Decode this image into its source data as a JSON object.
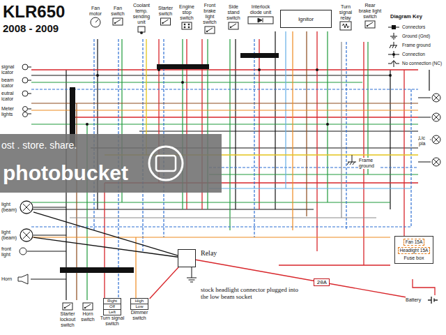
{
  "diagram": {
    "title": "KLR650",
    "nodes": [
      {
        "text": [
          "Fan motor"
        ]
      },
      {
        "text": [
          "Fan switch"
        ]
      },
      {
        "text": [
          "Coolant temp. sending unit"
        ]
      },
      {
        "text": [
          "Starter switch"
        ]
      },
      {
        "text": [
          "Engine stop switch"
        ]
      },
      {
        "text": [
          "Front brake light switch"
        ]
      },
      {
        "text": [
          "Side stand switch"
        ]
      },
      {
        "text": [
          "Interlock diode unit"
        ]
      },
      {
        "text": [
          "Ignitor"
        ]
      },
      {
        "text": [
          "Turn signal relay"
        ]
      },
      {
        "text": [
          "Rear brake light switch"
        ]
      },
      {
        "text": [
          "light (beam)"
        ]
      },
      {
        "text": [
          "light (beam)"
        ]
      },
      {
        "text": [
          "Horn"
        ]
      },
      {
        "text": [
          "Relay"
        ]
      },
      {
        "text": [
          "Fan 15A",
          "Headlight 15A",
          "Fuse box"
        ]
      },
      {
        "text": [
          "Battery"
        ]
      },
      {
        "text": [
          "Starter lockout switch"
        ]
      },
      {
        "text": [
          "Horn switch"
        ]
      },
      {
        "text": [
          "Right",
          "Off",
          "Left",
          "Turn signal switch"
        ]
      },
      {
        "text": [
          "High",
          "Low",
          "Dimmer switch"
        ]
      }
    ],
    "edges": [
      {
        "from": 14,
        "to": 11,
        "arrow": "none"
      },
      {
        "from": 14,
        "to": 12,
        "arrow": "none"
      },
      {
        "from": 14,
        "to": 16,
        "arrow": "none",
        "label": "20A"
      },
      {
        "from": 14,
        "to": 20,
        "arrow": "none"
      }
    ],
    "labels": [
      "2008 - 2009",
      "Diagram Key",
      "signal icator",
      "beam icator",
      "eutral icator",
      "Meter lights",
      "front light",
      "Frame ground",
      "Lic pla",
      "stock headlight connector plugged into the low beam socket",
      "ost . store. share.",
      "photobucket"
    ],
    "legend": [
      {
        "text": "Connectors"
      },
      {
        "text": "Ground (Gnd)"
      },
      {
        "text": "Frame ground"
      },
      {
        "text": "Connection"
      },
      {
        "text": "No connection (NC)"
      }
    ]
  }
}
